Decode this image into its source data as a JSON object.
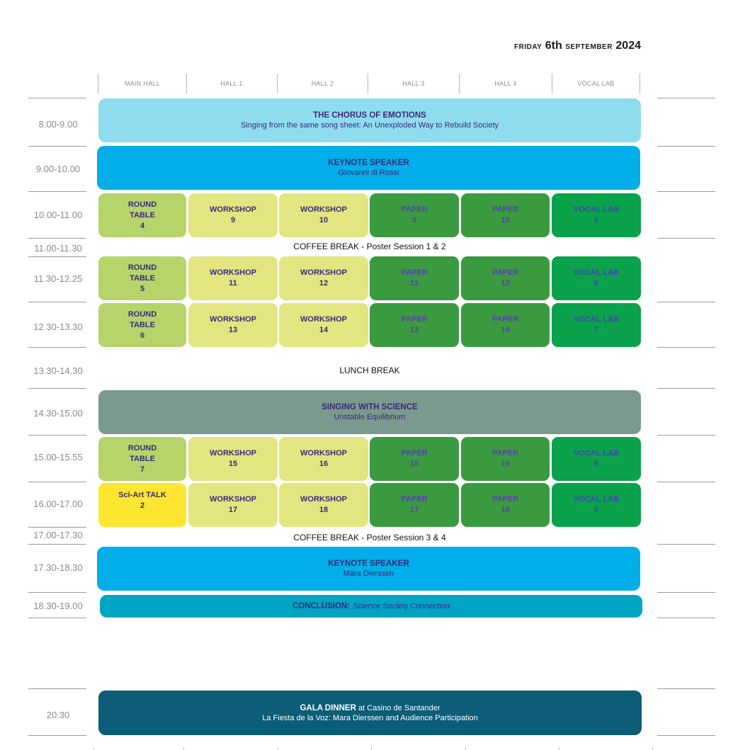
{
  "header": {
    "day": "FRIDAY",
    "date": "6th",
    "month": "SEPTEMBER",
    "year": "2024"
  },
  "columns": [
    "MAIN HALL",
    "HALL 1",
    "HALL 2",
    "HALL 3",
    "HALL 4",
    "VOCAL LAB"
  ],
  "times": [
    "8.00-9.00",
    "9.00-10.00",
    "10.00-11.00",
    "11.00-11.30",
    "11.30-12.25",
    "12.30-13.30",
    "13.30-14.30",
    "14.30-15.00",
    "15.00-15.55",
    "16.00-17.00",
    "17.00-17.30",
    "17.30-18.30",
    "18.30-19.00",
    "20.30"
  ],
  "blocks": {
    "chorus": {
      "title": "THE CHORUS OF EMOTIONS",
      "subtitle": "Singing from the same song sheet: An Unexploded Way to Rebuild Society",
      "color": "#8fdcef"
    },
    "keynote1": {
      "title": "KEYNOTE SPEAKER",
      "subtitle": "Giovanni di Rossi",
      "color": "#00aee9"
    },
    "science": {
      "title": "SINGING WITH SCIENCE",
      "subtitle": "Unstable Equilibrium",
      "color": "#7a9a8e"
    },
    "keynote2": {
      "title": "KEYNOTE SPEAKER",
      "subtitle": "Mara Dierssen",
      "color": "#00aee9"
    },
    "conclusion": {
      "title": "CONCLUSION:",
      "subtitle": "Science Society Connection",
      "color": "#00a5c4"
    },
    "gala": {
      "title": "GALA DINNER",
      "title_rest": "at Casino de Santander",
      "subtitle": "La Fiesta de la Voz: Mara Dierssen and Audience Participation",
      "color": "#0b5d78"
    }
  },
  "breaks": {
    "coffee1": "COFFEE BREAK - Poster Session 1 & 2",
    "lunch": "LUNCH BREAK",
    "coffee2": "COFFEE BREAK - Poster Session 3 & 4"
  },
  "sessions": [
    {
      "row": "10.00-11.00",
      "cells": [
        {
          "kind": "ROUND TABLE",
          "num": "4"
        },
        {
          "kind": "WORKSHOP",
          "num": "9"
        },
        {
          "kind": "WORKSHOP",
          "num": "10"
        },
        {
          "kind": "PAPER",
          "num": "9"
        },
        {
          "kind": "PAPER",
          "num": "10"
        },
        {
          "kind": "VOCAL LAB",
          "num": "5"
        }
      ]
    },
    {
      "row": "11.30-12.25",
      "cells": [
        {
          "kind": "ROUND TABLE",
          "num": "5"
        },
        {
          "kind": "WORKSHOP",
          "num": "11"
        },
        {
          "kind": "WORKSHOP",
          "num": "12"
        },
        {
          "kind": "PAPER",
          "num": "11"
        },
        {
          "kind": "PAPER",
          "num": "12"
        },
        {
          "kind": "VOCAL LAB",
          "num": "6"
        }
      ]
    },
    {
      "row": "12.30-13.30",
      "cells": [
        {
          "kind": "ROUND TABLE",
          "num": "6"
        },
        {
          "kind": "WORKSHOP",
          "num": "13"
        },
        {
          "kind": "WORKSHOP",
          "num": "14"
        },
        {
          "kind": "PAPER",
          "num": "13"
        },
        {
          "kind": "PAPER",
          "num": "14"
        },
        {
          "kind": "VOCAL LAB",
          "num": "7"
        }
      ]
    },
    {
      "row": "15.00-15.55",
      "cells": [
        {
          "kind": "ROUND TABLE",
          "num": "7"
        },
        {
          "kind": "WORKSHOP",
          "num": "15"
        },
        {
          "kind": "WORKSHOP",
          "num": "16"
        },
        {
          "kind": "PAPER",
          "num": "15"
        },
        {
          "kind": "PAPER",
          "num": "16"
        },
        {
          "kind": "VOCAL LAB",
          "num": "8"
        }
      ]
    },
    {
      "row": "16.00-17.00",
      "cells": [
        {
          "kind": "Sci-Art TALK",
          "num": "2"
        },
        {
          "kind": "WORKSHOP",
          "num": "17"
        },
        {
          "kind": "WORKSHOP",
          "num": "18"
        },
        {
          "kind": "PAPER",
          "num": "17"
        },
        {
          "kind": "PAPER",
          "num": "18"
        },
        {
          "kind": "VOCAL LAB",
          "num": "9"
        }
      ]
    }
  ],
  "colors": {
    "round_table": "#b5d46a",
    "workshop": "#e3e580",
    "paper": "#3a9a3f",
    "vocal_lab": "#0aa24a",
    "sci_art": "#fde62f"
  }
}
